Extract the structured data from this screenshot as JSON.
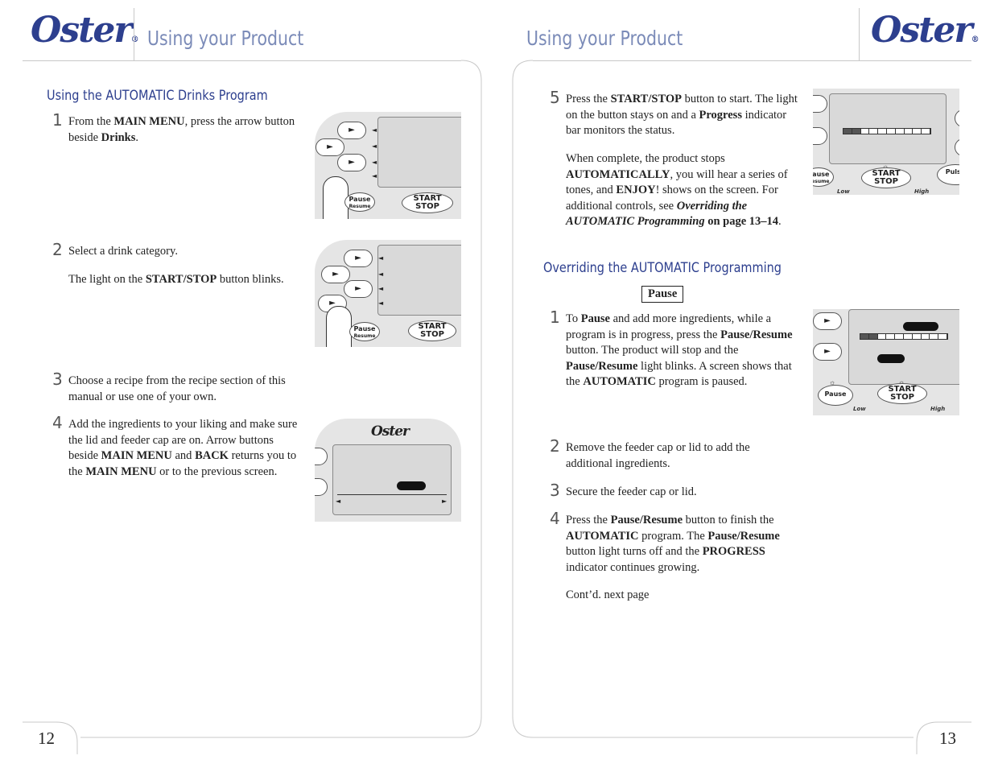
{
  "brand": "Oster",
  "left_page": {
    "header_title": "Using your Product",
    "section_title": "Using the AUTOMATIC Drinks Program",
    "step1": {
      "num": "1",
      "t1": "From the ",
      "b1": "MAIN MENU",
      "t2": ", press the arrow button beside ",
      "b2": "Drinks",
      "t3": "."
    },
    "step2": {
      "num": "2",
      "line1": "Select a drink category.",
      "t1": "The light on the ",
      "b1": "START/STOP",
      "t2": " button blinks."
    },
    "step3": {
      "num": "3",
      "text": "Choose a recipe from the recipe section of this manual or use one of your own."
    },
    "step4": {
      "num": "4",
      "t1": "Add the ingredients to your liking and make sure the lid and feeder cap are on. Arrow buttons beside ",
      "b1": "MAIN MENU",
      "t2": " and ",
      "b2": "BACK",
      "t3": " returns you to the ",
      "b3": "MAIN MENU",
      "t4": " or to the previous screen."
    },
    "page_number": "12"
  },
  "right_page": {
    "header_title": "Using your Product",
    "step5": {
      "num": "5",
      "t1": "Press the ",
      "b1": "START/STOP",
      "t2": " button to start. The light on the button stays on and a ",
      "b2": "Progress",
      "t3": " indicator bar monitors the status."
    },
    "complete": {
      "t1": "When complete, the product stops ",
      "b1": "AUTOMATICALLY",
      "t2": ", you will hear a series of tones, and ",
      "b2": "ENJOY",
      "t3": "! shows on the screen. For additional controls, see ",
      "bi1": "Overriding the AUTOMATIC Programming",
      "b3": " on page 13–14",
      "t4": "."
    },
    "section_title": "Overriding the AUTOMATIC Programming",
    "pause_label": "Pause",
    "o1": {
      "num": "1",
      "t1": "To ",
      "b1": "Pause",
      "t2": " and add more ingredients, while a program is in progress, press the ",
      "b2": "Pause/Resume",
      "t3": " button. The product will stop and the ",
      "b3": "Pause/Resume",
      "t4": " light blinks. A screen shows that the ",
      "b4": "AUTOMATIC",
      "t5": " program is paused."
    },
    "o2": {
      "num": "2",
      "text": "Remove the feeder cap or lid to add the additional ingredients."
    },
    "o3": {
      "num": "3",
      "text": "Secure the feeder cap or lid."
    },
    "o4": {
      "num": "4",
      "t1": "Press the ",
      "b1": "Pause/Resume",
      "t2": " button to finish the ",
      "b2": "AUTOMATIC",
      "t3": " program. The ",
      "b3": "Pause/Resume",
      "t4": " button light turns off and the ",
      "b4": "PROGRESS",
      "t5": " indicator continues growing."
    },
    "contd": "Cont’d. next page",
    "page_number": "13"
  },
  "panels": {
    "pause": "Pause",
    "resume": "Resume",
    "start": "START",
    "stop": "STOP",
    "low": "Low",
    "high": "High",
    "pulse": "Pulse",
    "arrow_glyph": "►",
    "left_tri": "◄",
    "right_tri": "►",
    "sun": "☼"
  }
}
